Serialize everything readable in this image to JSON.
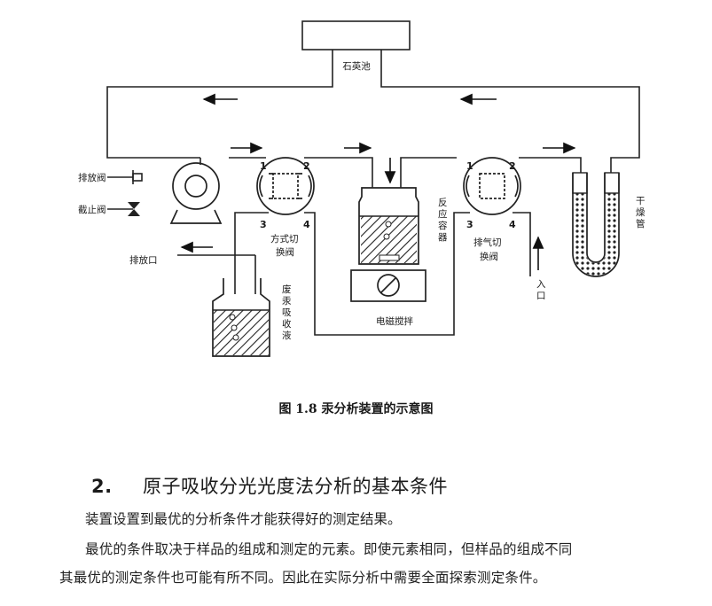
{
  "diagram": {
    "labels": {
      "quartz_cell": "石英池",
      "vent_valve": "排放阀",
      "stop_valve": "截止阀",
      "outlet": "排放口",
      "mode_switch_valve_line1": "方式切",
      "mode_switch_valve_line2": "换阀",
      "reaction_vessel": "反应容器",
      "waste_absorber": "废汞吸收液",
      "magnetic_stirrer": "电磁搅拌",
      "exhaust_switch_valve_line1": "排气切",
      "exhaust_switch_valve_line2": "换阀",
      "inlet": "入口",
      "drying_tube": "干燥管"
    },
    "port_numbers": [
      "1",
      "2",
      "3",
      "4"
    ]
  },
  "caption": "图 1.8  汞分析装置的示意图",
  "section": {
    "number": "2.",
    "title": "原子吸收分光光度法分析的基本条件"
  },
  "paragraphs": [
    "装置设置到最优的分析条件才能获得好的测定结果。",
    "最优的条件取决于样品的组成和测定的元素。即使元素相同，但样品的组成不同",
    "其最优的测定条件也可能有所不同。因此在实际分析中需要全面探索测定条件。"
  ]
}
